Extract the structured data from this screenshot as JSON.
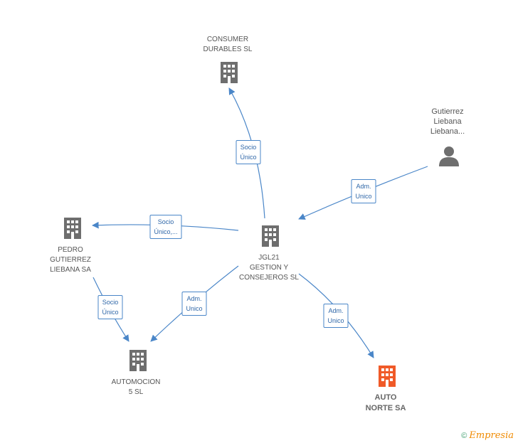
{
  "nodes": {
    "consumer": {
      "lines": [
        "CONSUMER",
        "DURABLES SL"
      ]
    },
    "gutierrez": {
      "lines": [
        "Gutierrez",
        "Liebana",
        "Liebana..."
      ]
    },
    "pedro": {
      "lines": [
        "PEDRO",
        "GUTIERREZ",
        "LIEBANA SA"
      ]
    },
    "jgl21": {
      "lines": [
        "JGL21",
        "GESTION Y",
        "CONSEJEROS SL"
      ]
    },
    "automocion": {
      "lines": [
        "AUTOMOCION",
        "5 SL"
      ]
    },
    "auto_norte": {
      "lines": [
        "AUTO",
        "NORTE SA"
      ]
    }
  },
  "edges": {
    "jgl_consumer": {
      "lines": [
        "Socio",
        "Único"
      ]
    },
    "gutierrez_jgl": {
      "lines": [
        "Adm.",
        "Unico"
      ]
    },
    "jgl_pedro": {
      "lines": [
        "Socio",
        "Único,..."
      ]
    },
    "pedro_automocion": {
      "lines": [
        "Socio",
        "Único"
      ]
    },
    "jgl_automocion": {
      "lines": [
        "Adm.",
        "Unico"
      ]
    },
    "jgl_auto_norte": {
      "lines": [
        "Adm.",
        "Unico"
      ]
    }
  },
  "colors": {
    "edge": "#4a86c8",
    "building": "#6e6e6e",
    "focus": "#f05a28",
    "person": "#6e6e6e"
  },
  "copyright": {
    "symbol": "©",
    "brand": "Empresia"
  }
}
